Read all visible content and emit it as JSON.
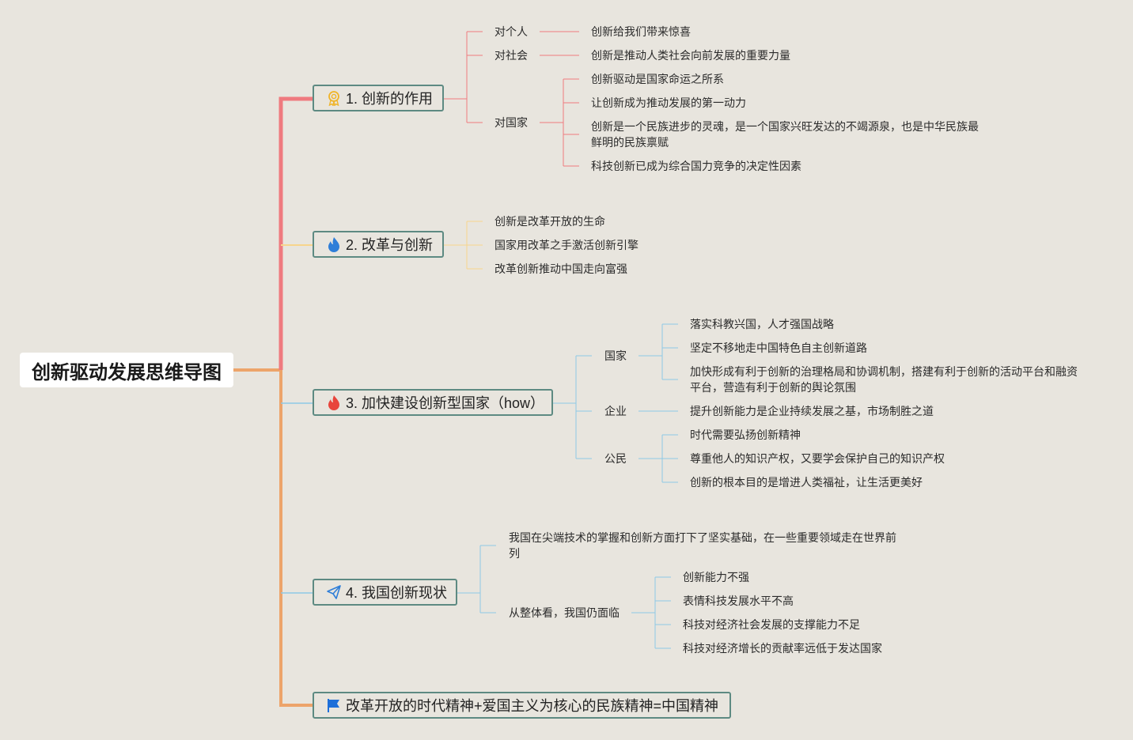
{
  "title": "创新驱动发展思维导图",
  "topics": [
    {
      "label": "1. 创新的作用",
      "icon": "award-icon",
      "children": [
        {
          "label": "对个人",
          "children": [
            "创新给我们带来惊喜"
          ]
        },
        {
          "label": "对社会",
          "children": [
            "创新是推动人类社会向前发展的重要力量"
          ]
        },
        {
          "label": "对国家",
          "children": [
            "创新驱动是国家命运之所系",
            "让创新成为推动发展的第一动力",
            "创新是一个民族进步的灵魂，是一个国家兴旺发达的不竭源泉，也是中华民族最鲜明的民族禀赋",
            "科技创新已成为综合国力竞争的决定性因素"
          ]
        }
      ]
    },
    {
      "label": "2. 改革与创新",
      "icon": "flame-blue-icon",
      "children": [
        "创新是改革开放的生命",
        "国家用改革之手激活创新引擎",
        "改革创新推动中国走向富强"
      ]
    },
    {
      "label": "3. 加快建设创新型国家（how）",
      "icon": "flame-red-icon",
      "children": [
        {
          "label": "国家",
          "children": [
            "落实科教兴国，人才强国战略",
            "坚定不移地走中国特色自主创新道路",
            "加快形成有利于创新的治理格局和协调机制，搭建有利于创新的活动平台和融资平台，营造有利于创新的舆论氛围"
          ]
        },
        {
          "label": "企业",
          "children": [
            "提升创新能力是企业持续发展之基，市场制胜之道"
          ]
        },
        {
          "label": "公民",
          "children": [
            "时代需要弘扬创新精神",
            "尊重他人的知识产权，又要学会保护自己的知识产权",
            "创新的根本目的是增进人类福祉，让生活更美好"
          ]
        }
      ]
    },
    {
      "label": "4. 我国创新现状",
      "icon": "paper-plane-icon",
      "children": [
        {
          "label": "我国在尖端技术的掌握和创新方面打下了坚实基础，在一些重要领域走在世界前列"
        },
        {
          "label": "从整体看，我国仍面临",
          "children": [
            "创新能力不强",
            "表情科技发展水平不高",
            "科技对经济社会发展的支撑能力不足",
            "科技对经济增长的贡献率远低于发达国家"
          ]
        }
      ]
    },
    {
      "label": "改革开放的时代精神+爱国主义为核心的民族精神=中国精神",
      "icon": "flag-icon",
      "children": []
    }
  ],
  "colors": {
    "background": "#e8e5de",
    "topic_border": "#5d8a82",
    "branch1": "#ef7a7f",
    "branch2": "#f7d58c",
    "branch3": "#8ec9e6",
    "branch4": "#8ec9e6",
    "trunk": "#eda46a"
  }
}
